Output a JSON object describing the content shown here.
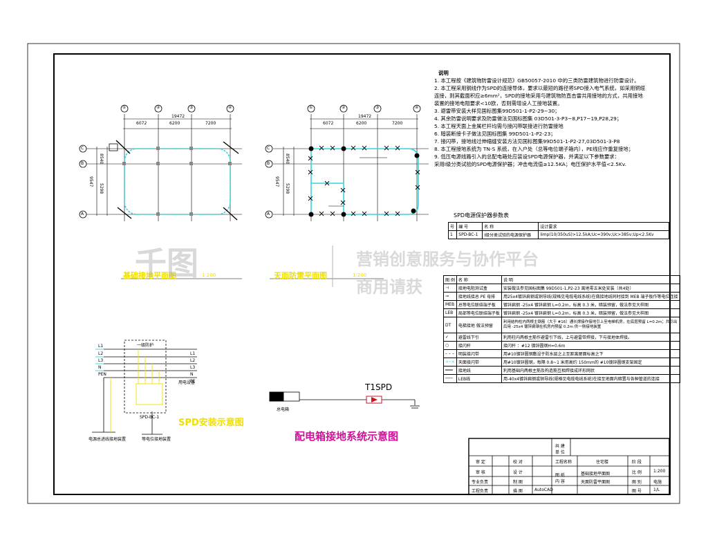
{
  "notes": {
    "heading": "说明",
    "items": [
      "1. 本工程按《建筑物防雷设计规范》GB50057-2010 中的三类防雷建筑物进行防雷设计。",
      "2. 本工程采用钢线作为SPD的连接导体，要求以最短的路径将SPD接入电气系统，如采用铜缆",
      "   连接，则其截面积应≥6mm²，SPD的接地采用与建筑物防直击雷共用接地的方式，共用接地",
      "   装置的接地电阻要求<10欧，否则需增设人工接地装置。",
      "3. 避雷带安装大样见国标图集99D501-1-P2-29~30；",
      "4. 其余防雷说明要求及防雷做法见国标图集 03D501-3-P3~8,P17~19,P28,29；",
      "5. 本工程天面上金属栏杆均需与接闪带联接进行防雷接地",
      "6. 暗装断接卡子做法见国标图集 99D501-1-P2-23；",
      "7. 接闪带，接地线过伸缩缝安装方法见国标图集99D501-1-P2-27,03D501-3-P8",
      "8. 本工程接地系统为 TN-S 系统，在入户处（总等电位端子箱内），PE线应作重复接地；",
      "9. 低压电源线路引入的总配电箱处应装设SPD电源保护器，并满足以下参数要求：",
      "   采用Ⅰ级分类试验的SPD电源保护器；冲击电流值≥12.5KA；电压保护水平值<2.5Kv."
    ]
  },
  "spd_table": {
    "title": "SPD电源保护器参数表",
    "headers": [
      "号",
      "编 号",
      "名   称",
      "设计要求"
    ],
    "rows": [
      [
        "1",
        "SPD-BC-1",
        "Ⅰ级分类试验的电源保护器",
        "Iimp(10/350uS)>12.5kA;Uc=390v;Uc>385v;Up<2.5Kv"
      ]
    ]
  },
  "legend": {
    "headers": [
      "图 例",
      "名   称",
      "说      明"
    ],
    "rows": [
      {
        "name": "接地电阻测试盒",
        "desc": "安装做法参见国标图集 99D501-1,P2-23 离地零五米处安装（共4处）"
      },
      {
        "name": "接地线接总 PE 母排",
        "desc": "用25x4镀锌扁钢或铜导线(规格见电缆电线系统)在做接地线同时接到 MEB 端子板作等电位连接"
      },
      {
        "name": "总等电位联结端子板",
        "symbol": "MEB",
        "desc": "镀锌扁钢 -25x4 镀锌扁钢 L=0.2m，标高 0.3 米，暗装预留，做法参见大样图"
      },
      {
        "name": "局部等电位联结端子板",
        "symbol": "LEB",
        "desc": "镀锌扁钢 -25x4 镀锌扁钢 L=0.2m，标高 0.3 米，暗装预留，做法参见大样图"
      },
      {
        "name": "电梯接地 做法预留",
        "symbol": "DT",
        "desc": "利用结构柱内两根主钢筋（大于 #16）通长焊接作接地引上至电梯机房，在底层预留 L=0.2m；共引出后用 -25x4 镀锌扁钢在机房内预留 0.2m 供一侧接地装置"
      },
      {
        "name": "避雷线下引",
        "desc": "利用柱内两根主筋作避雷引下线，上与避雷带焊接，下与接地体焊接。"
      },
      {
        "name": "接闪杆",
        "desc": "接闪杆 ：#12 镀锌圆钢H=0.6m"
      },
      {
        "name": "明装接闪带",
        "desc": "用#10镀锌圆钢敷设于防水层之上至距离屋面标高之下"
      },
      {
        "name": "天面接闪带",
        "desc": "用#10镀锌圆钢，每隔 0.8~1 米用高约 150mm的 #10镀锌圆钢支架固定"
      },
      {
        "name": "接地线",
        "desc": "利用基础内两根主筋及构造筋互相焊接成环形网状"
      },
      {
        "name": "LEB线",
        "desc": "用-40x4镀锌扁钢或铜导线(规格见电缆电线系统)在接至地面内暗置与各种管道的连接"
      }
    ]
  },
  "plan_left": {
    "axes": [
      "①",
      "②",
      "③",
      "④"
    ],
    "rows": [
      "C",
      "B",
      "A"
    ],
    "dim_total": "19472",
    "dims": [
      "6072",
      "6200",
      "7200"
    ],
    "dim_side": "8540",
    "dim_side_total": "9547",
    "dim_side_b": "5298",
    "caption": "基础接地平面图",
    "scale": "1:200"
  },
  "plan_right": {
    "axes": [
      "①",
      "②",
      "③",
      "④"
    ],
    "rows": [
      "C",
      "B",
      "A"
    ],
    "dim_total": "19472",
    "dims": [
      "6072",
      "6200",
      "7200"
    ],
    "dim_side": "8540",
    "dim_side_total": "9547",
    "dim_side_b": "5298",
    "caption": "天面防雷平面图",
    "scale": "1:200"
  },
  "spd_install": {
    "caption": "SPD安装示意图",
    "box_label": "一级防护",
    "lines": [
      "L1",
      "L2",
      "L3",
      "N"
    ],
    "pen_label": "PEN",
    "pe_label": "PE",
    "device_label": "SPD-BC-1",
    "note_left": "电源总进线接地装置",
    "note_right": "等电位接地装置",
    "equip_label": "用电设备"
  },
  "distribution": {
    "caption": "配电箱接地系统示意图",
    "t1spd": "T1SPD",
    "box_label": "总电箱"
  },
  "title_block": {
    "cells": {
      "owner": "共 建\n单 位",
      "project_label": "工程名称",
      "project_value": "住宅楼",
      "design_stage_label": "阶 段",
      "approve": "审 定",
      "check": "校 对",
      "audit": "审 核",
      "design": "设 计",
      "dept_head": "专业负责",
      "draw": "制 图",
      "proj_head": "工程负责",
      "describe": "描 图",
      "software": "AutoCAD",
      "drawing_label": "图 纸\n内 容",
      "drawing_content_1": "基础接地平面图",
      "drawing_content_2": "天面防雷平面图",
      "scale_label": "比 例",
      "scale_value": "1:200",
      "no_label": "图 别",
      "no_value": "电施",
      "sheet_label": "图 号",
      "sheet_value": "1/L"
    }
  },
  "watermark": {
    "logo": "千图",
    "line1": "营销创意服务与协作平台",
    "line2": "商用请获"
  },
  "colors": {
    "cyan": "#33d6e0",
    "yellow": "#f0e000",
    "magenta": "#d0109a",
    "red": "#d01020"
  }
}
